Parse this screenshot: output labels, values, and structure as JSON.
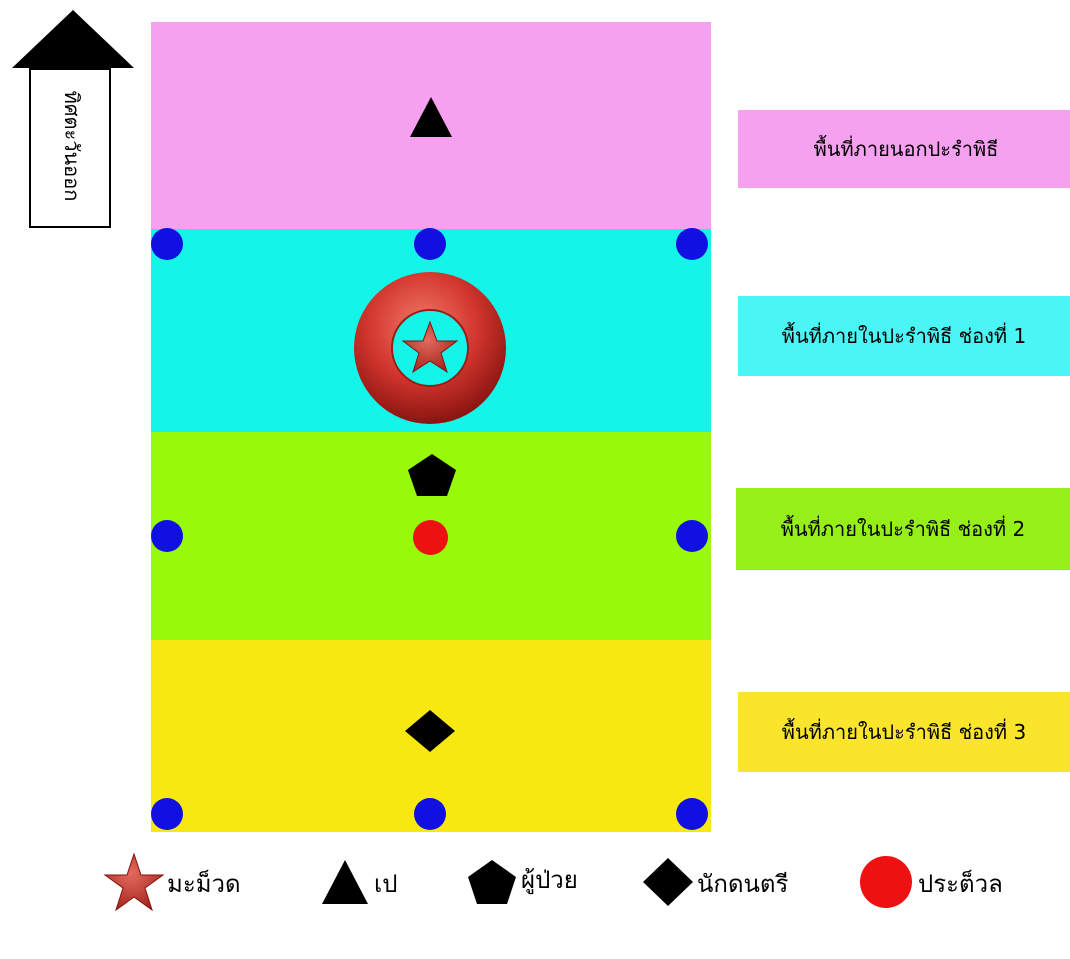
{
  "direction": {
    "label": "ทิศตะวันออก"
  },
  "zones": [
    {
      "label": "พื้นที่ภายนอกปะรำพิธี",
      "color": "#f6a0f0"
    },
    {
      "label": "พื้นที่ภายในปะรำพิธี ช่องที่  1",
      "color": "#14f5ea"
    },
    {
      "label": "พื้นที่ภายในปะรำพิธี ช่องที่  2",
      "color": "#99f90a"
    },
    {
      "label": "พื้นที่ภายในปะรำพิธี ช่องที่  3",
      "color": "#f8e812"
    }
  ],
  "label_colors": [
    "#f6a0f0",
    "#4cf5f5",
    "#96ef18",
    "#fbe42c"
  ],
  "pillar_color": "#1010e0",
  "legend": [
    {
      "icon": "star-icon",
      "label": "มะม็วด"
    },
    {
      "icon": "triangle-icon",
      "label": "เป"
    },
    {
      "icon": "pentagon-icon",
      "label": "ผู้ป่วย"
    },
    {
      "icon": "diamond-icon",
      "label": "นักดนตรี"
    },
    {
      "icon": "red-circle-icon",
      "label": "ประต็วล"
    }
  ]
}
